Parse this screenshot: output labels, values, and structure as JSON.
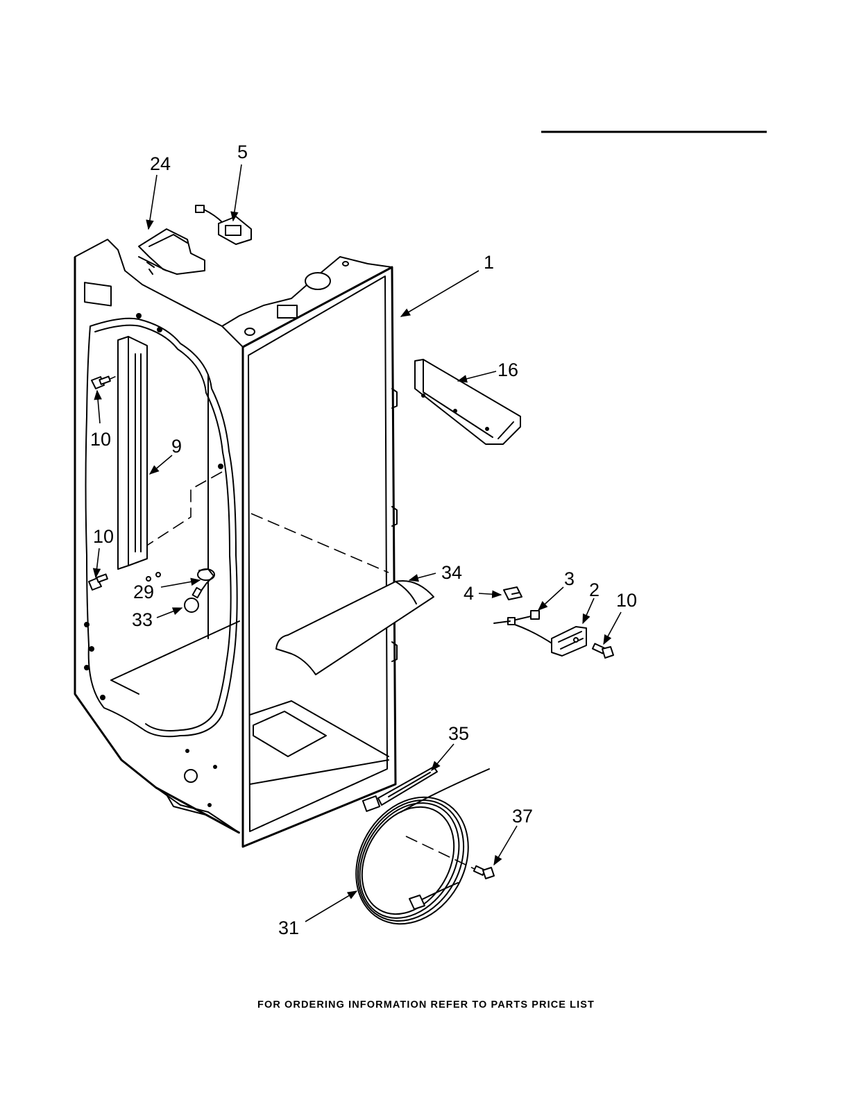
{
  "callouts": {
    "c24": "24",
    "c5": "5",
    "c1": "1",
    "c16": "16",
    "c10_upper": "10",
    "c9": "9",
    "c10_lower": "10",
    "c29": "29",
    "c33": "33",
    "c34": "34",
    "c4": "4",
    "c3": "3",
    "c2": "2",
    "c10_right": "10",
    "c35": "35",
    "c37": "37",
    "c31": "31"
  },
  "footer_text": "FOR ORDERING INFORMATION REFER TO PARTS PRICE LIST"
}
